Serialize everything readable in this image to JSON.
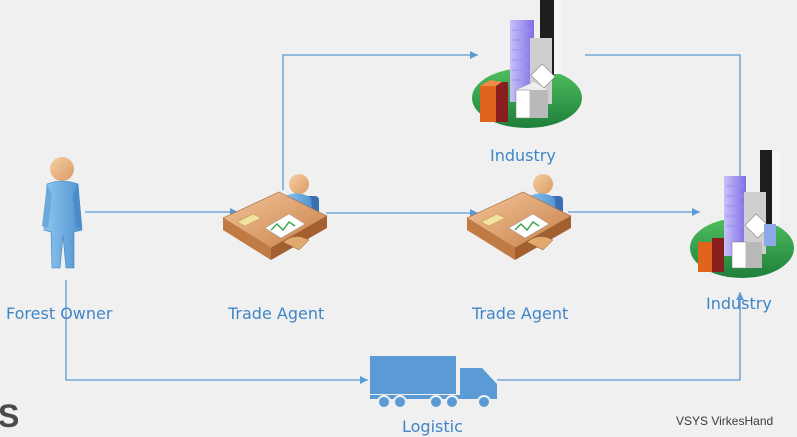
{
  "nodes": {
    "forest_owner": "Forest Owner",
    "trade_agent_1": "Trade Agent",
    "trade_agent_2": "Trade Agent",
    "industry_top": "Industry",
    "industry_right": "Industry",
    "logistic": "Logistic"
  },
  "footer": "VSYS VirkesHand",
  "corner_glyph": "S",
  "colors": {
    "background": "#f0f0f0",
    "connector": "#5b9bd5",
    "label": "#3f86c8",
    "truck": "#5b9bd5"
  }
}
